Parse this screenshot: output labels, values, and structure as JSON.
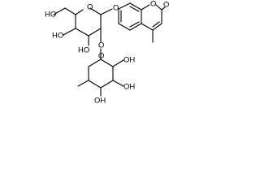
{
  "molecule": {
    "labels": {
      "sugar_ch2oh": "HO",
      "sugar_oh4": "HO",
      "sugar_oh3": "HO",
      "ring_o_upper": "O",
      "glycosidic_o": "O",
      "linkage_o": "O",
      "ring_o_lower": "O",
      "coumarin_ring_o": "O",
      "carbonyl_o": "O",
      "methyl": "",
      "lower_oh_a": "OH",
      "lower_oh_b": "OH",
      "lower_oh_c": "OH"
    }
  }
}
